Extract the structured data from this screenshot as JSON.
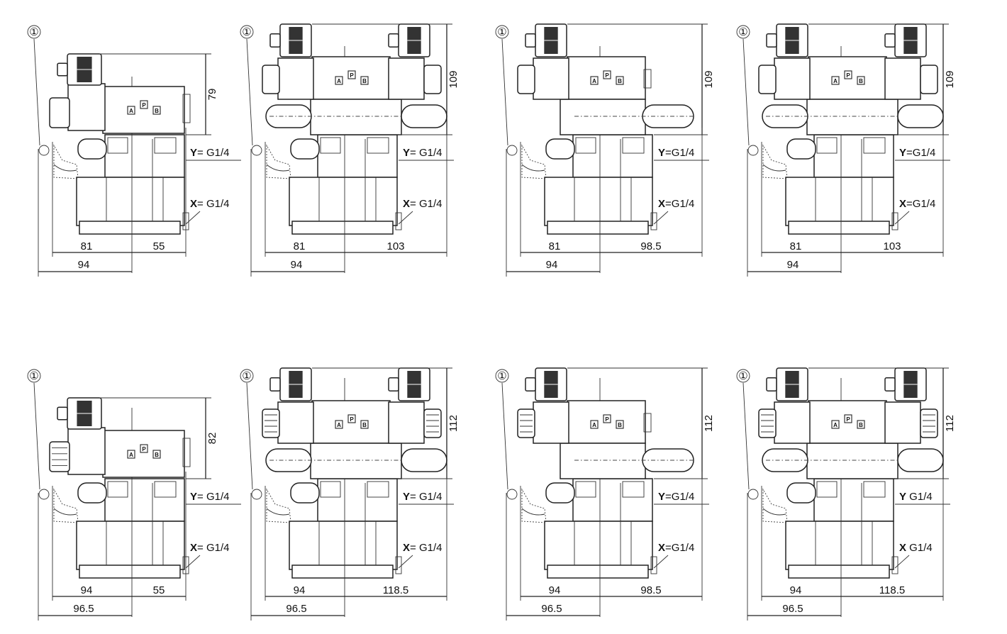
{
  "title": "",
  "callout_label": "①",
  "port_y_label": "Y",
  "port_x_label": "X",
  "panels": [
    {
      "id": "p1",
      "height": "79",
      "bottom_left": "81",
      "bottom_right": "55",
      "overall": "94",
      "y_port": "G1/4",
      "x_port": "G1/4",
      "solenoids": "single-left",
      "port_sep": "= "
    },
    {
      "id": "p2",
      "height": "109",
      "bottom_left": "81",
      "bottom_right": "103",
      "overall": "94",
      "y_port": "G1/4",
      "x_port": "G1/4",
      "solenoids": "double",
      "port_sep": "= "
    },
    {
      "id": "p3",
      "height": "109",
      "bottom_left": "81",
      "bottom_right": "98.5",
      "overall": "94",
      "y_port": "G1/4",
      "x_port": "G1/4",
      "solenoids": "single-left-long",
      "port_sep": "="
    },
    {
      "id": "p4",
      "height": "109",
      "bottom_left": "81",
      "bottom_right": "103",
      "overall": "94",
      "y_port": "G1/4",
      "x_port": "G1/4",
      "solenoids": "double",
      "port_sep": "="
    },
    {
      "id": "p5",
      "height": "82",
      "bottom_left": "94",
      "bottom_right": "55",
      "overall": "96.5",
      "y_port": "G1/4",
      "x_port": "G1/4",
      "solenoids": "single-left",
      "port_sep": "= "
    },
    {
      "id": "p6",
      "height": "112",
      "bottom_left": "94",
      "bottom_right": "118.5",
      "overall": "96.5",
      "y_port": "G1/4",
      "x_port": "G1/4",
      "solenoids": "double",
      "port_sep": "= "
    },
    {
      "id": "p7",
      "height": "112",
      "bottom_left": "94",
      "bottom_right": "98.5",
      "overall": "96.5",
      "y_port": "G1/4",
      "x_port": "G1/4",
      "solenoids": "single-left-long",
      "port_sep": "="
    },
    {
      "id": "p8",
      "height": "112",
      "bottom_left": "94",
      "bottom_right": "118.5",
      "overall": "96.5",
      "y_port": "G1/4",
      "x_port": "G1/4",
      "solenoids": "double",
      "port_sep": " "
    }
  ],
  "valve_keys": [
    "A",
    "P",
    "B"
  ]
}
